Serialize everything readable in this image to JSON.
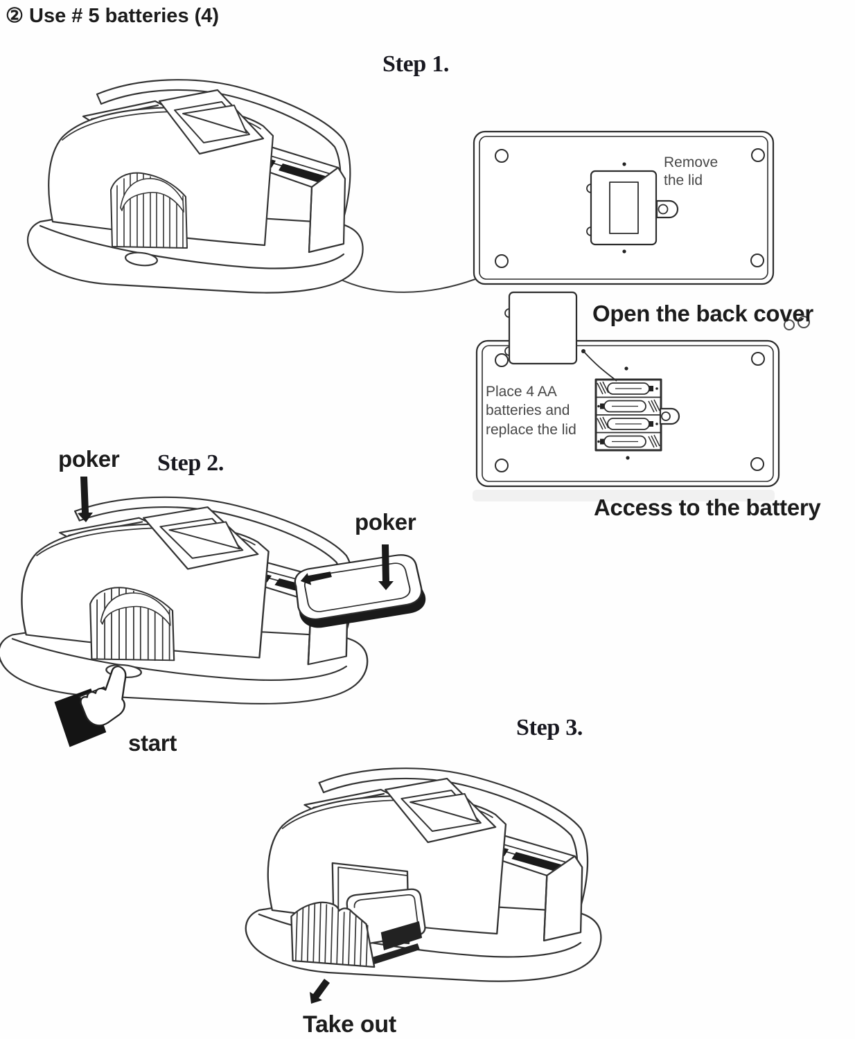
{
  "title": "② Use # 5 batteries (4)",
  "steps": {
    "s1": "Step 1.",
    "s2": "Step 2.",
    "s3": "Step 3."
  },
  "labels": {
    "remove_lid_line1": "Remove",
    "remove_lid_line2": "the lid",
    "open_back_cover": "Open the back cover",
    "place_line1": "Place 4 AA",
    "place_line2": "batteries and",
    "place_line3": "replace the lid",
    "access_battery": "Access to the battery",
    "poker_left": "poker",
    "poker_right": "poker",
    "start": "start",
    "take_out": "Take out"
  },
  "icons": {
    "poker_left_arrow": "down-arrow-icon",
    "poker_right_arrow": "down-arrow-icon",
    "insert_arrow": "left-arrow-icon",
    "take_out_arrow": "down-left-arrow-icon",
    "start_hand": "hand-pressing-icon"
  },
  "colors": {
    "background": "#ffffff",
    "line_ink": "#333333",
    "text_dark": "#1c1c1c",
    "text_gray": "#474747",
    "arrow_black": "#1a1a1a"
  },
  "figures": {
    "step1_machine": "card shuffler front view",
    "panel_closed": "back cover with lid",
    "panel_open": "back cover with 4 AA batteries",
    "step2_machine": "card shuffler loaded with poker decks, finger pressing start",
    "step3_machine": "card shuffler with shuffled deck in front tray"
  }
}
